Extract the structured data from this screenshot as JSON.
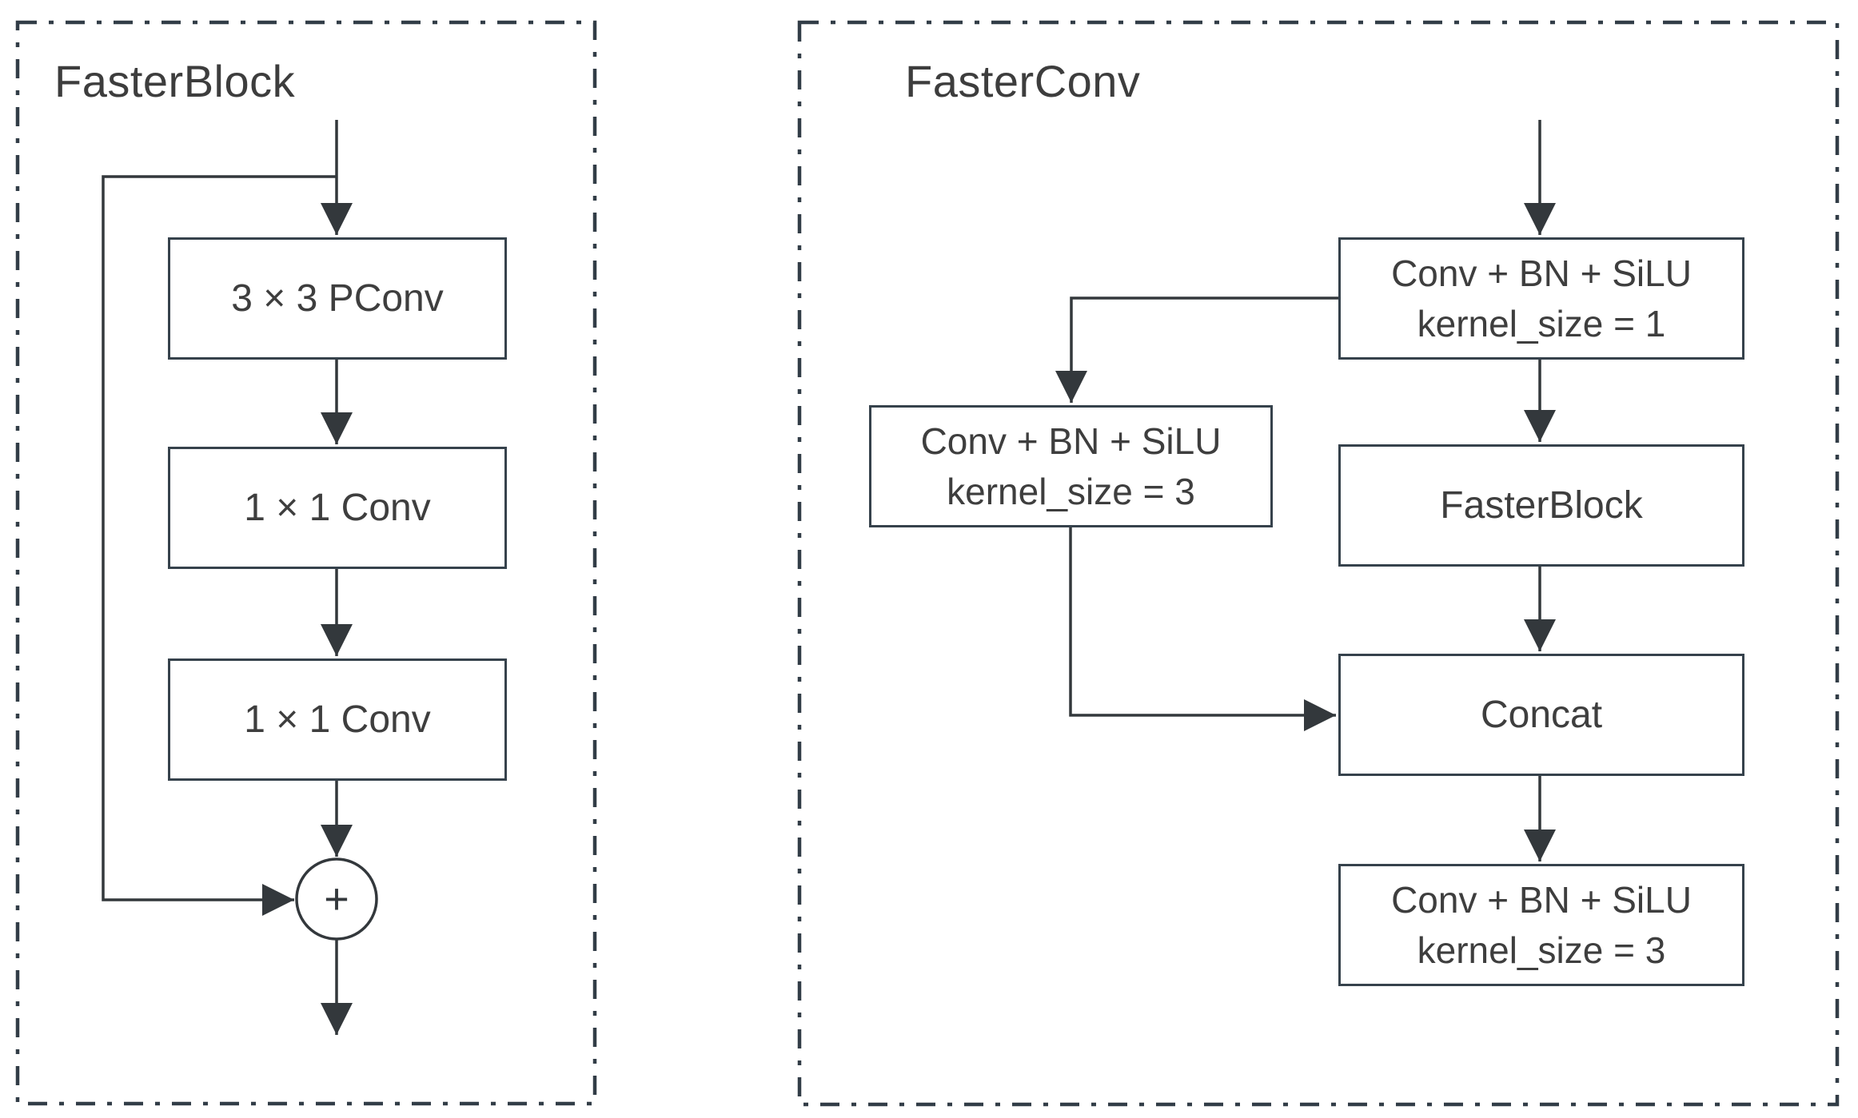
{
  "diagram": {
    "colors": {
      "background": "#ffffff",
      "line": "#33383c",
      "box_border": "#36424c",
      "container_border": "#323d47",
      "text": "#3e3e3e"
    },
    "faster_block": {
      "title": "FasterBlock",
      "pconv_label": "3 × 3 PConv",
      "conv1_label": "1 × 1 Conv",
      "conv2_label": "1 × 1 Conv",
      "add_label": "+"
    },
    "faster_conv": {
      "title": "FasterConv",
      "cbs_k1": {
        "line1": "Conv + BN + SiLU",
        "line2": "kernel_size = 1"
      },
      "cbs_k3_branch": {
        "line1": "Conv + BN + SiLU",
        "line2": "kernel_size = 3"
      },
      "fasterblock_label": "FasterBlock",
      "concat_label": "Concat",
      "cbs_k3_out": {
        "line1": "Conv + BN + SiLU",
        "line2": "kernel_size = 3"
      }
    }
  }
}
